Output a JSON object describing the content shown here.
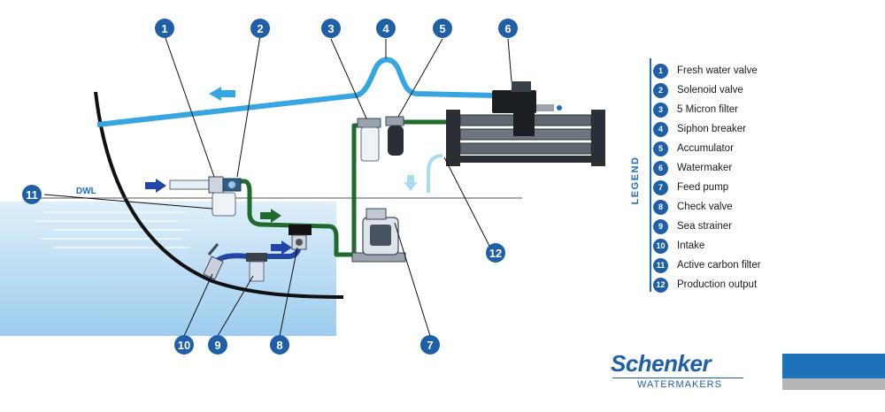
{
  "diagram": {
    "waterline_label": "DWL",
    "callouts": [
      "1",
      "2",
      "3",
      "4",
      "5",
      "6",
      "7",
      "8",
      "9",
      "10",
      "11",
      "12"
    ]
  },
  "legend": {
    "title": "LEGEND",
    "items": [
      {
        "num": "1",
        "label": "Fresh water valve"
      },
      {
        "num": "2",
        "label": "Solenoid valve"
      },
      {
        "num": "3",
        "label": "5 Micron filter"
      },
      {
        "num": "4",
        "label": "Siphon breaker"
      },
      {
        "num": "5",
        "label": "Accumulator"
      },
      {
        "num": "6",
        "label": "Watermaker"
      },
      {
        "num": "7",
        "label": "Feed pump"
      },
      {
        "num": "8",
        "label": "Check valve"
      },
      {
        "num": "9",
        "label": "Sea strainer"
      },
      {
        "num": "10",
        "label": "Intake"
      },
      {
        "num": "11",
        "label": "Active carbon filter"
      },
      {
        "num": "12",
        "label": "Production output"
      }
    ]
  },
  "brand": {
    "name": "Schenker",
    "subtitle": "WATERMAKERS"
  },
  "colors": {
    "accent_blue": "#1e5fa8",
    "hose_light_blue": "#36a6e0",
    "hose_green": "#1f6b2c",
    "intake_blue": "#2146a8",
    "sea_blue": "#a9d3f0"
  }
}
